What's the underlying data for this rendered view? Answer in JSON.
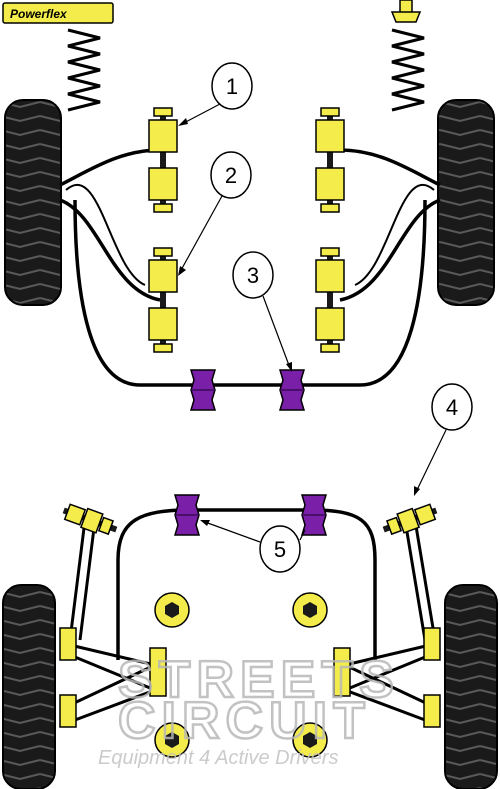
{
  "brand": {
    "logo_text": "Powerflex"
  },
  "callouts": [
    {
      "number": "1"
    },
    {
      "number": "2"
    },
    {
      "number": "3"
    },
    {
      "number": "4"
    },
    {
      "number": "5"
    }
  ],
  "watermark": {
    "line1": "STREETS",
    "line2": "CIRCUIT",
    "tagline": "Equipment 4 Active Drivers"
  },
  "colors": {
    "bush_yellow": "#f4ec4a",
    "bush_purple": "#7a1fa8",
    "tyre": "#1a1a1a",
    "outline": "#000000"
  }
}
